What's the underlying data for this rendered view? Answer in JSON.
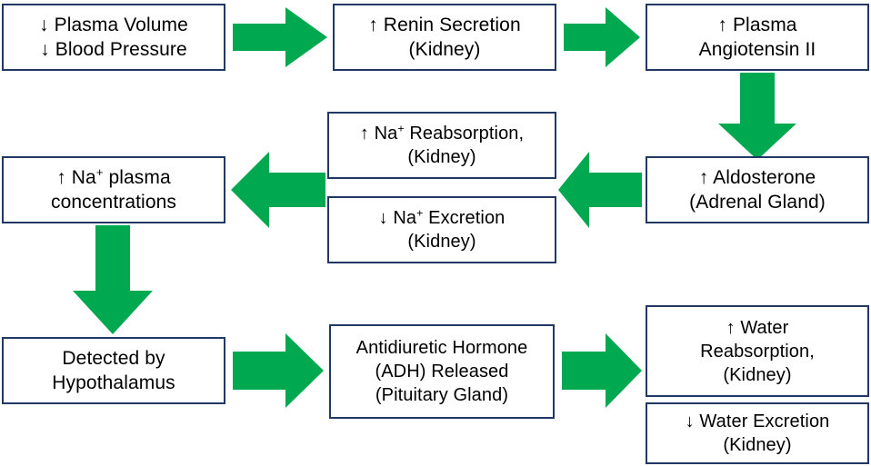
{
  "diagram": {
    "title": "Renin-Angiotensin-Aldosterone and ADH negative feedback flowchart",
    "background_color": "#FFFFFF",
    "box_border_color": "#1F3864",
    "arrow_color": "#00A94F",
    "text_color": "#000000"
  },
  "nodes": [
    {
      "id": "plasma-volume-blood-pressure",
      "lines": [
        "↓ Plasma Volume",
        "↓ Blood Pressure"
      ]
    },
    {
      "id": "renin-secretion",
      "lines": [
        "↑ Renin Secretion",
        "(Kidney)"
      ]
    },
    {
      "id": "plasma-angiotensin-ii",
      "lines": [
        "↑ Plasma",
        "Angiotensin II"
      ]
    },
    {
      "id": "aldosterone",
      "lines": [
        "↑ Aldosterone",
        "(Adrenal Gland)"
      ]
    },
    {
      "id": "na-reabsorption",
      "lines": [
        "↑ Na⁺ Reabsorption,",
        "(Kidney)"
      ],
      "rich": [
        {
          "prefix": "↑ Na",
          "sup": "+",
          "suffix": " Reabsorption,"
        },
        {
          "prefix": "(Kidney)",
          "sup": "",
          "suffix": ""
        }
      ]
    },
    {
      "id": "na-excretion",
      "lines": [
        "↓ Na⁺ Excretion",
        "(Kidney)"
      ],
      "rich": [
        {
          "prefix": "↓ Na",
          "sup": "+",
          "suffix": " Excretion"
        },
        {
          "prefix": "(Kidney)",
          "sup": "",
          "suffix": ""
        }
      ]
    },
    {
      "id": "na-plasma-concentrations",
      "lines": [
        "↑ Na⁺ plasma",
        "concentrations"
      ],
      "rich": [
        {
          "prefix": "↑ Na",
          "sup": "+",
          "suffix": " plasma"
        },
        {
          "prefix": "concentrations",
          "sup": "",
          "suffix": ""
        }
      ]
    },
    {
      "id": "detected-by-hypothalamus",
      "lines": [
        "Detected by",
        "Hypothalamus"
      ]
    },
    {
      "id": "adh-released",
      "lines": [
        "Antidiuretic Hormone",
        "(ADH) Released",
        "(Pituitary Gland)"
      ]
    },
    {
      "id": "water-reabsorption",
      "lines": [
        "↑ Water",
        "Reabsorption,",
        "(Kidney)"
      ]
    },
    {
      "id": "water-excretion",
      "lines": [
        "↓ Water Excretion",
        "(Kidney)"
      ]
    }
  ],
  "arrows": [
    {
      "id": "arrow-plasma-to-renin",
      "direction": "right"
    },
    {
      "id": "arrow-renin-to-angiotensin",
      "direction": "right"
    },
    {
      "id": "arrow-angiotensin-to-aldosterone",
      "direction": "down"
    },
    {
      "id": "arrow-aldosterone-to-na-handling",
      "direction": "left"
    },
    {
      "id": "arrow-na-handling-to-na-plasma",
      "direction": "left"
    },
    {
      "id": "arrow-na-plasma-to-hypothalamus",
      "direction": "down"
    },
    {
      "id": "arrow-hypothalamus-to-adh",
      "direction": "right"
    },
    {
      "id": "arrow-adh-to-water",
      "direction": "right"
    }
  ],
  "text": {
    "node_0_line_0": "↓ Plasma Volume",
    "node_0_line_1": "↓ Blood Pressure",
    "node_1_line_0": "↑ Renin Secretion",
    "node_1_line_1": "(Kidney)",
    "node_2_line_0": "↑ Plasma",
    "node_2_line_1": "Angiotensin II",
    "node_3_line_0": "↑ Aldosterone",
    "node_3_line_1": "(Adrenal Gland)",
    "node_4_line_0_pre": "↑ Na",
    "node_4_line_0_sup": "+",
    "node_4_line_0_post": " Reabsorption,",
    "node_4_line_1": "(Kidney)",
    "node_5_line_0_pre": "↓ Na",
    "node_5_line_0_sup": "+",
    "node_5_line_0_post": " Excretion",
    "node_5_line_1": "(Kidney)",
    "node_6_line_0_pre": "↑ Na",
    "node_6_line_0_sup": "+",
    "node_6_line_0_post": " plasma",
    "node_6_line_1": "concentrations",
    "node_7_line_0": "Detected by",
    "node_7_line_1": "Hypothalamus",
    "node_8_line_0": "Antidiuretic Hormone",
    "node_8_line_1": "(ADH) Released",
    "node_8_line_2": "(Pituitary Gland)",
    "node_9_line_0": "↑ Water",
    "node_9_line_1": "Reabsorption,",
    "node_9_line_2": "(Kidney)",
    "node_10_line_0": "↓ Water Excretion",
    "node_10_line_1": "(Kidney)"
  }
}
